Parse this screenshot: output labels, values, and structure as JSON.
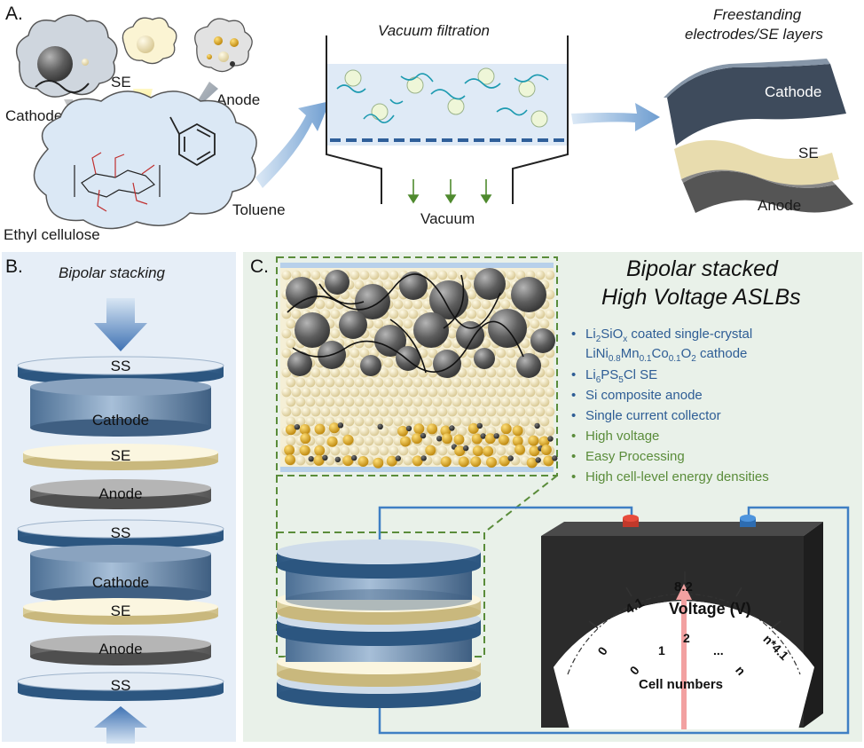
{
  "panel_a": {
    "label": "A.",
    "cathode": "Cathode",
    "se": "SE",
    "anode": "Anode",
    "ethyl_cellulose": "Ethyl cellulose",
    "toluene": "Toluene",
    "vacuum_filtration": "Vacuum filtration",
    "vacuum": "Vacuum",
    "freestanding_line1": "Freestanding",
    "freestanding_line2": "electrodes/SE layers",
    "layer_cathode": "Cathode",
    "layer_se": "SE",
    "layer_anode": "Anode"
  },
  "panel_b": {
    "label": "B.",
    "title": "Bipolar stacking",
    "stack": [
      "SS",
      "Cathode",
      "SE",
      "Anode",
      "SS",
      "Cathode",
      "SE",
      "Anode",
      "SS"
    ]
  },
  "panel_c": {
    "label": "C.",
    "title_line1": "Bipolar stacked",
    "title_line2": "High Voltage ASLBs",
    "bullets": {
      "b1a": "Li",
      "b1a_sub1": "2",
      "b1a_mid": "SiO",
      "b1a_sub2": "x",
      "b1a_end": " coated single-crystal",
      "b1b": "LiNi",
      "b1b_s1": "0.8",
      "b1b_m1": "Mn",
      "b1b_s2": "0.1",
      "b1b_m2": "Co",
      "b1b_s3": "0.1",
      "b1b_m3": "O",
      "b1b_s4": "2",
      "b1b_end": " cathode",
      "b2": "Li",
      "b2_s1": "6",
      "b2_m1": "PS",
      "b2_s2": "5",
      "b2_end": "Cl SE",
      "b3": "Si composite anode",
      "b4": "Single current collector",
      "b5": "High voltage",
      "b6": "Easy Processing",
      "b7": "High cell-level energy densities"
    },
    "meter": {
      "title": "Voltage (V)",
      "ticks_voltage": [
        "4.1",
        "8.2",
        "n*4.1"
      ],
      "ticks_cells": [
        "0",
        "1",
        "2",
        "...",
        "n"
      ],
      "zero_outer": "0",
      "xlabel": "Cell numbers"
    }
  },
  "colors": {
    "panel_bg_b": "#e6eef7",
    "panel_bg_c": "#e9f1e9",
    "ss_blue": "#3d6a9a",
    "cathode_blue": "#6f8fb0",
    "se_cream": "#f3eccb",
    "anode_gray": "#7d7d7d",
    "accent_green": "#5a8c3a",
    "text_blue": "#2e5d95"
  }
}
